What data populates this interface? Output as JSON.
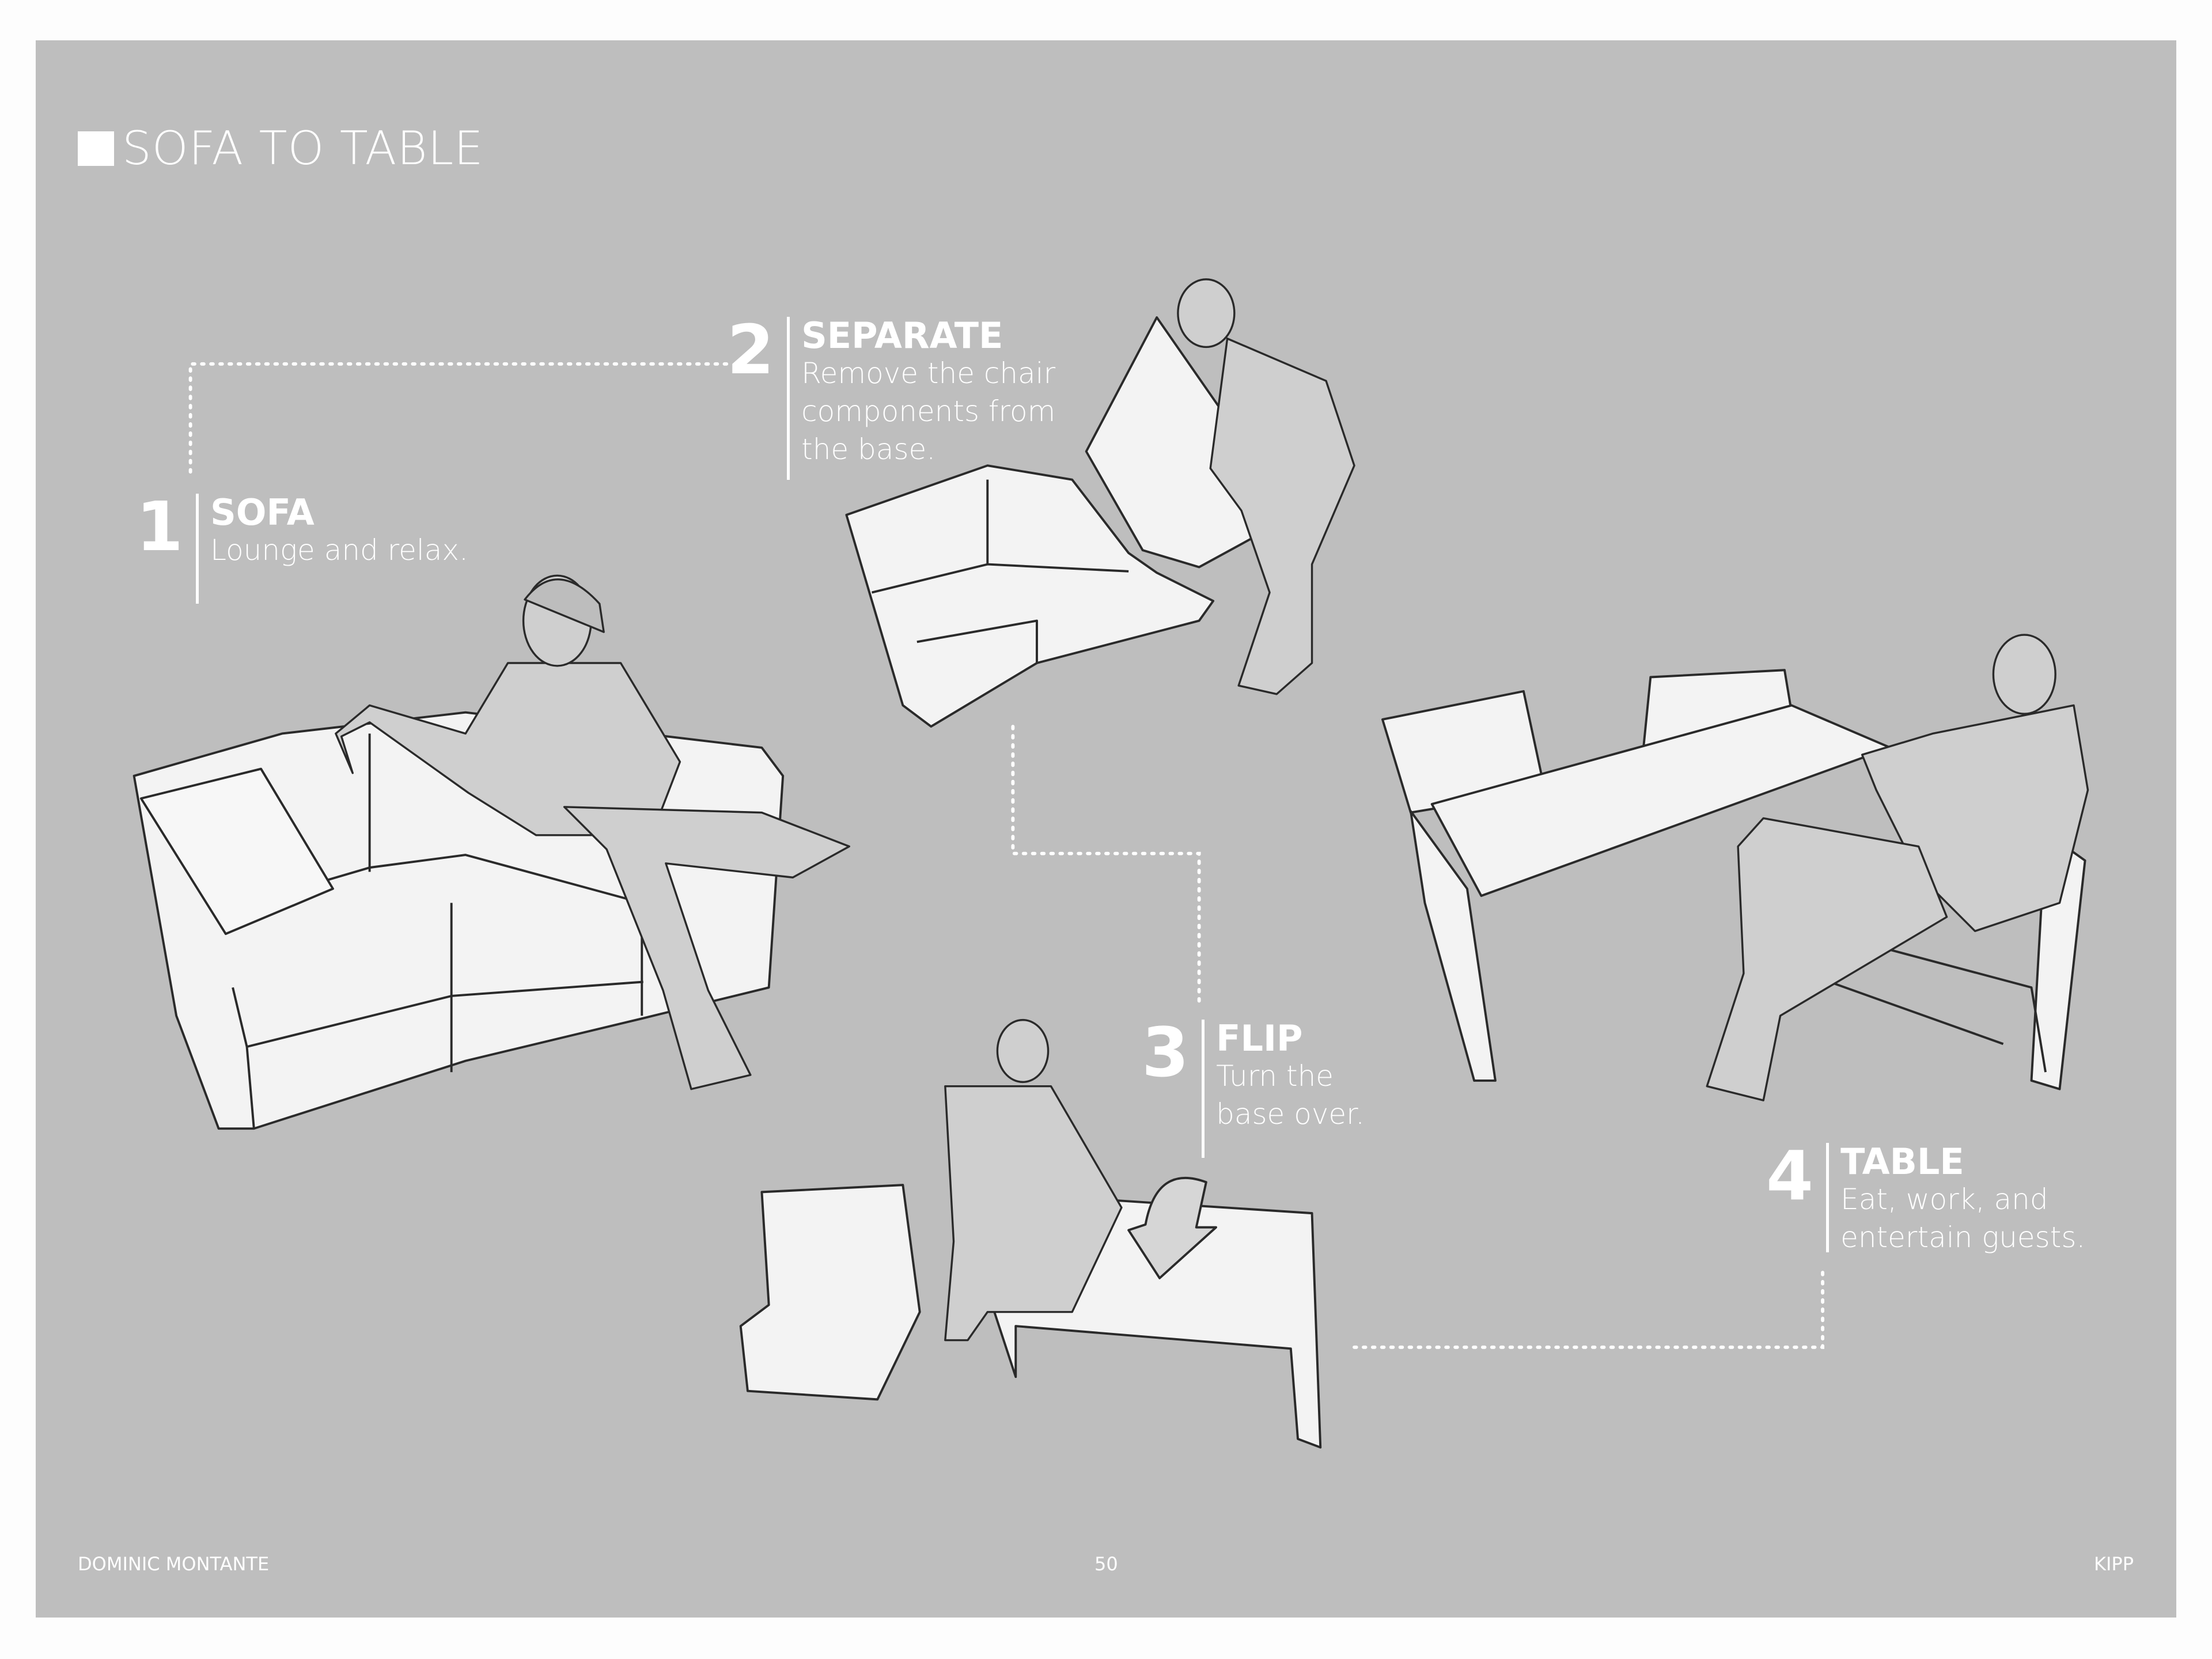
{
  "page": {
    "title": "SOFA TO TABLE",
    "steps": [
      {
        "number": "1",
        "title": "SOFA",
        "description": "Lounge and relax."
      },
      {
        "number": "2",
        "title": "SEPARATE",
        "description": "Remove the chair\ncomponents from\nthe base."
      },
      {
        "number": "3",
        "title": "FLIP",
        "description": "Turn the\nbase over."
      },
      {
        "number": "4",
        "title": "TABLE",
        "description": "Eat, work, and\nentertain guests."
      }
    ]
  },
  "footer": {
    "author": "DOMINIC MONTANTE",
    "page_number": "50",
    "project": "KIPP"
  },
  "colors": {
    "panel": "#bebebe",
    "text": "#ffffff",
    "furniture": "#f3f3f3",
    "figure": "#cfcfcf",
    "outline": "#2a2a2a"
  }
}
